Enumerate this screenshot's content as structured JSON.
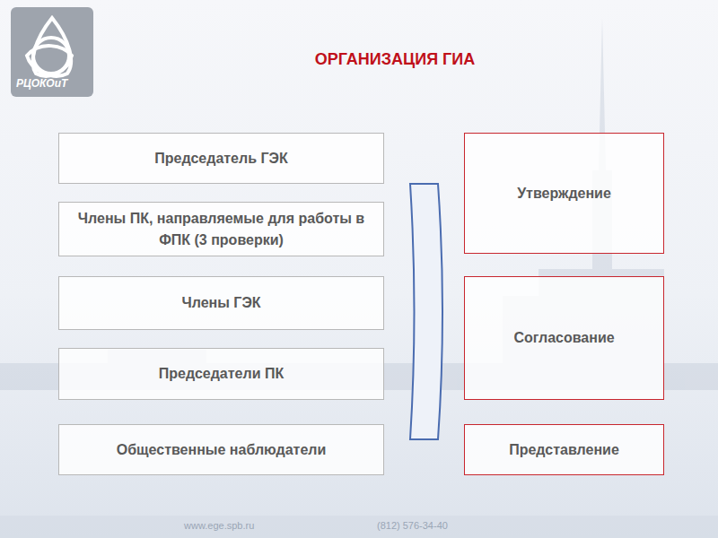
{
  "diagram": {
    "title": "ОРГАНИЗАЦИЯ ГИА",
    "nodes": [
      {
        "text": [
          "Председатель ГЭК"
        ]
      },
      {
        "text": [
          "Члены ПК, направляемые для работы в ФПК (3 проверки)"
        ]
      },
      {
        "text": [
          "Члены ГЭК"
        ]
      },
      {
        "text": [
          "Председатели ПК"
        ]
      },
      {
        "text": [
          "Общественные наблюдатели"
        ]
      },
      {
        "text": [
          "Утверждение"
        ]
      },
      {
        "text": [
          "Согласование"
        ]
      },
      {
        "text": [
          "Представление"
        ]
      }
    ],
    "edges": [],
    "labels": [
      "РЦОКОиТ",
      "www.ege.spb.ru",
      "(812) 576-34-40"
    ]
  }
}
